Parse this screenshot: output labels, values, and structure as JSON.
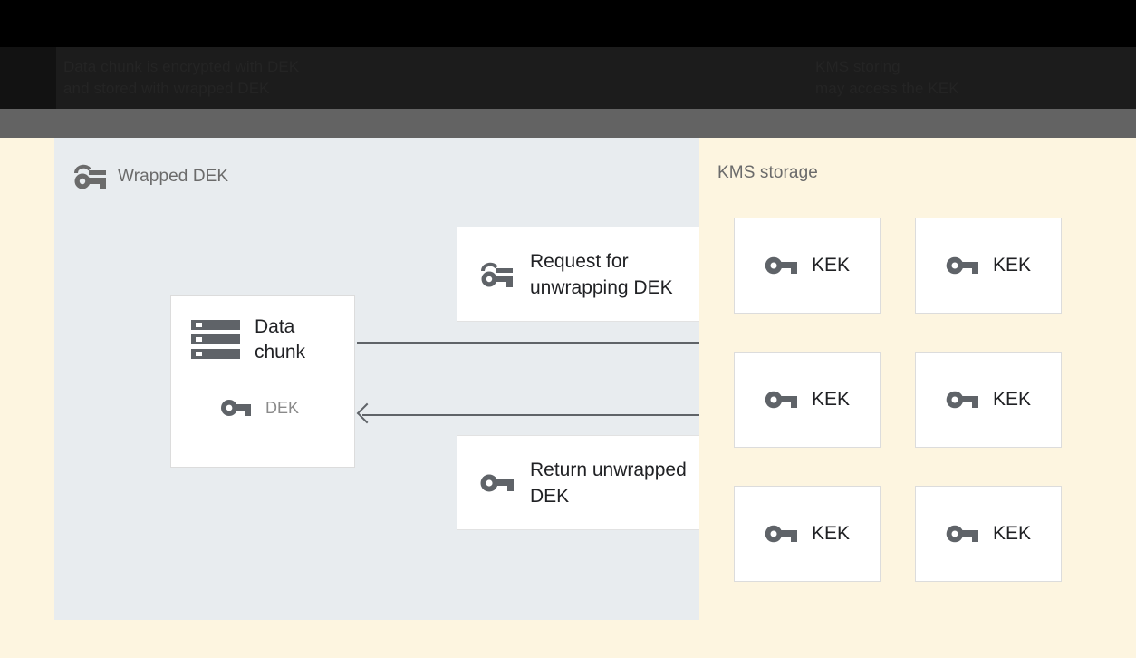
{
  "caption": {
    "left_lines": [
      "Data chunk is encrypted with DEK",
      "and stored with wrapped DEK"
    ],
    "right_lines": [
      "KMS storing",
      "may access the KEK"
    ]
  },
  "left_panel": {
    "title": "Wrapped DEK",
    "title_icon": "wrapped-key-icon",
    "data_card": {
      "icon": "storage-chunk-icon",
      "label": "Data chunk",
      "key_icon": "key-icon",
      "key_label": "DEK"
    },
    "messages": [
      {
        "icon": "wrapped-key-icon",
        "text": "Request for unwrapping DEK"
      },
      {
        "icon": "key-icon",
        "text": "Return unwrapped DEK"
      }
    ],
    "arrows": [
      {
        "name": "request-arrow",
        "direction": "right"
      },
      {
        "name": "return-arrow",
        "direction": "left"
      }
    ]
  },
  "right_panel": {
    "title": "KMS storage",
    "kek_cards": [
      {
        "icon": "key-icon",
        "label": "KEK"
      },
      {
        "icon": "key-icon",
        "label": "KEK"
      },
      {
        "icon": "key-icon",
        "label": "KEK"
      },
      {
        "icon": "key-icon",
        "label": "KEK"
      },
      {
        "icon": "key-icon",
        "label": "KEK"
      },
      {
        "icon": "key-icon",
        "label": "KEK"
      }
    ]
  },
  "colors": {
    "page_background": "#fdf5e0",
    "left_panel": "#e8ecef",
    "card": "#ffffff",
    "card_border": "#dcdcdc",
    "arrow": "#5f6368",
    "title_text": "#6b6b6b",
    "body_text": "#202124",
    "muted_text": "#8a8a8a",
    "top_band": "#636363",
    "caption_band": "#1c1c1c"
  }
}
